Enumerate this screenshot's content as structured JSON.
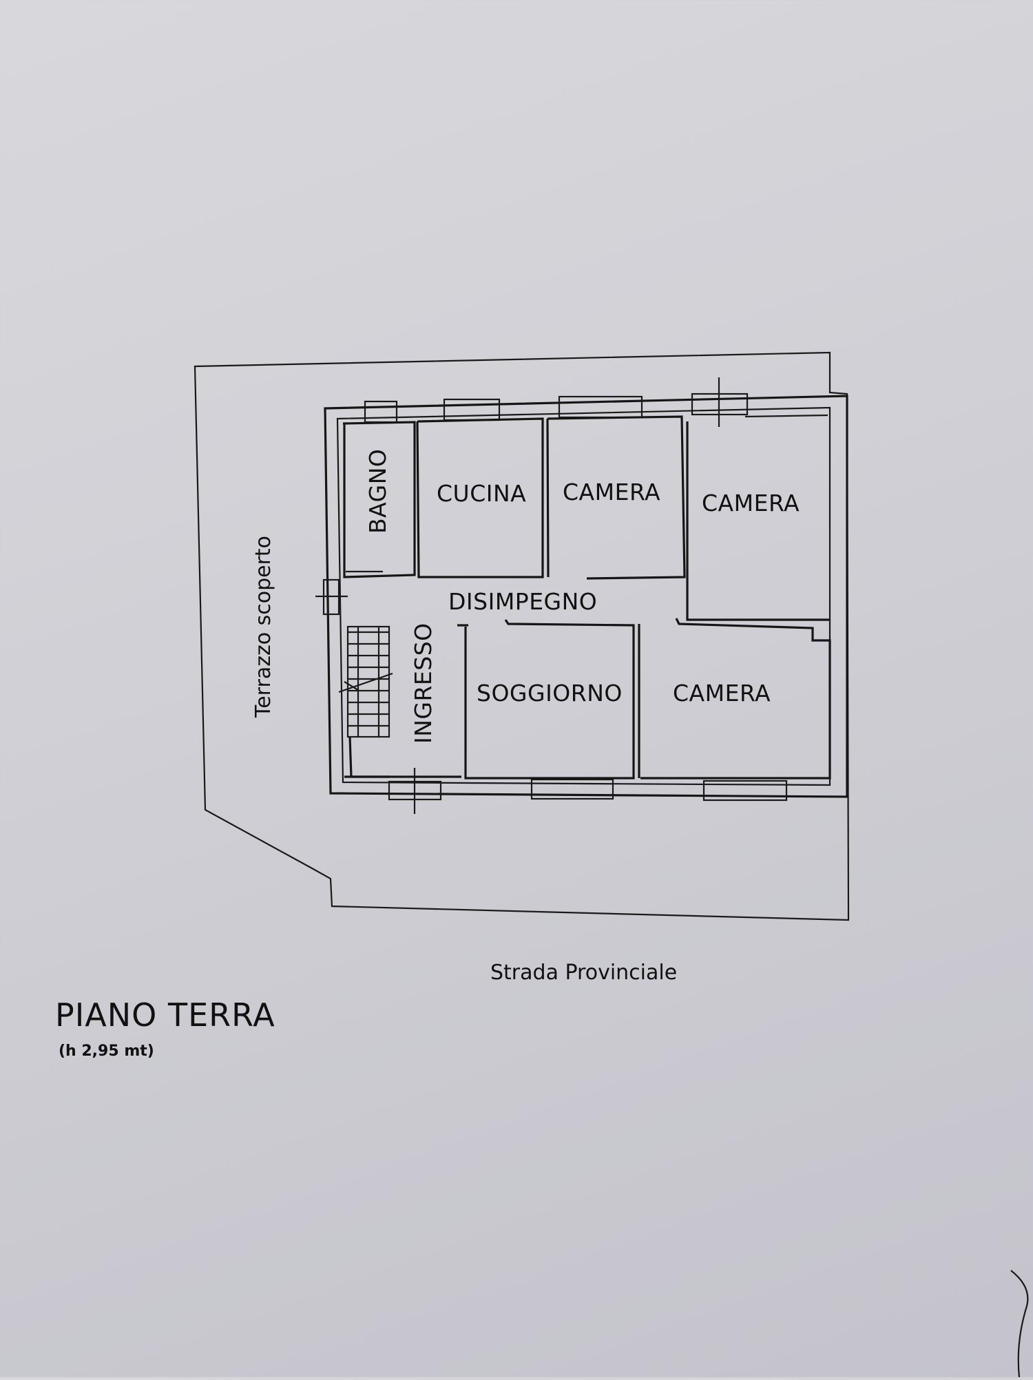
{
  "plan": {
    "title": "PIANO TERRA",
    "height_note": "(h 2,95 mt)",
    "road": "Strada Provinciale",
    "terrace": "Terrazzo scoperto",
    "rooms": {
      "bagno": "BAGNO",
      "cucina": "CUCINA",
      "camera_1": "CAMERA",
      "camera_2": "CAMERA",
      "disimpegno": "DISIMPEGNO",
      "ingresso": "INGRESSO",
      "soggiorno": "SOGGIORNO",
      "camera_3": "CAMERA"
    }
  }
}
